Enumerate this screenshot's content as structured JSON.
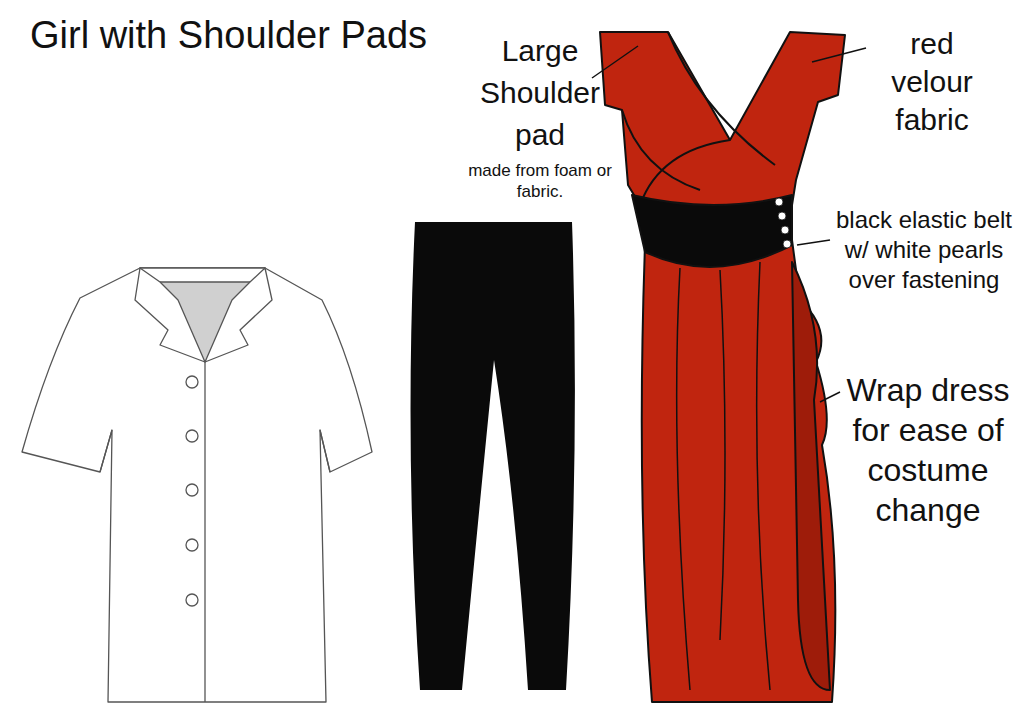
{
  "diagram": {
    "title": "Girl with Shoulder Pads",
    "labels": [
      "Large Shoulder pad",
      "made from foam or fabric.",
      "red velour fabric",
      "black elastic belt w/ white pearls over fastening",
      "Wrap dress for ease of costume change"
    ]
  }
}
